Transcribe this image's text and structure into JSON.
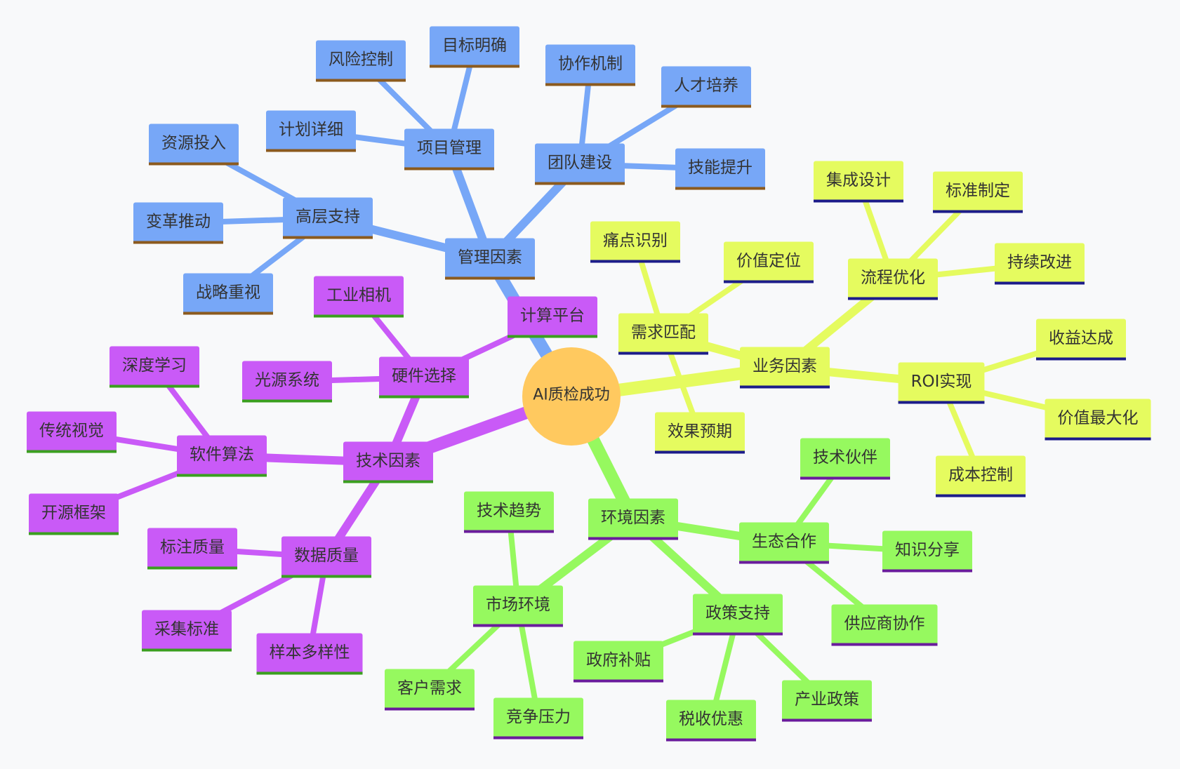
{
  "colors": {
    "background": "#f8f9fa",
    "root": "#ffc95f",
    "text": "#333333",
    "management": {
      "fill": "#77a7f7",
      "border": "#8b5a1e"
    },
    "technology": {
      "fill": "#c95af7",
      "border": "#3a9f1e"
    },
    "business": {
      "fill": "#e5fb5f",
      "border": "#1c1c8a"
    },
    "environment": {
      "fill": "#96f95f",
      "border": "#6a1c9c"
    }
  },
  "root": {
    "label": "AI质检成功"
  },
  "branches": [
    {
      "key": "management",
      "label": "管理因素",
      "children": [
        {
          "label": "项目管理",
          "children": [
            "风险控制",
            "目标明确",
            "计划详细"
          ]
        },
        {
          "label": "团队建设",
          "children": [
            "协作机制",
            "人才培养",
            "技能提升"
          ]
        },
        {
          "label": "高层支持",
          "children": [
            "资源投入",
            "变革推动",
            "战略重视"
          ]
        }
      ]
    },
    {
      "key": "technology",
      "label": "技术因素",
      "children": [
        {
          "label": "硬件选择",
          "children": [
            "工业相机",
            "光源系统",
            "计算平台"
          ]
        },
        {
          "label": "软件算法",
          "children": [
            "深度学习",
            "传统视觉",
            "开源框架"
          ]
        },
        {
          "label": "数据质量",
          "children": [
            "标注质量",
            "采集标准",
            "样本多样性"
          ]
        }
      ]
    },
    {
      "key": "business",
      "label": "业务因素",
      "children": [
        {
          "label": "需求匹配",
          "children": [
            "痛点识别",
            "价值定位",
            "效果预期"
          ]
        },
        {
          "label": "流程优化",
          "children": [
            "集成设计",
            "标准制定",
            "持续改进"
          ]
        },
        {
          "label": "ROI实现",
          "children": [
            "收益达成",
            "价值最大化",
            "成本控制"
          ]
        }
      ]
    },
    {
      "key": "environment",
      "label": "环境因素",
      "children": [
        {
          "label": "市场环境",
          "children": [
            "技术趋势",
            "客户需求",
            "竞争压力"
          ]
        },
        {
          "label": "政策支持",
          "children": [
            "政府补贴",
            "税收优惠",
            "产业政策"
          ]
        },
        {
          "label": "生态合作",
          "children": [
            "技术伙伴",
            "知识分享",
            "供应商协作"
          ]
        }
      ]
    }
  ]
}
